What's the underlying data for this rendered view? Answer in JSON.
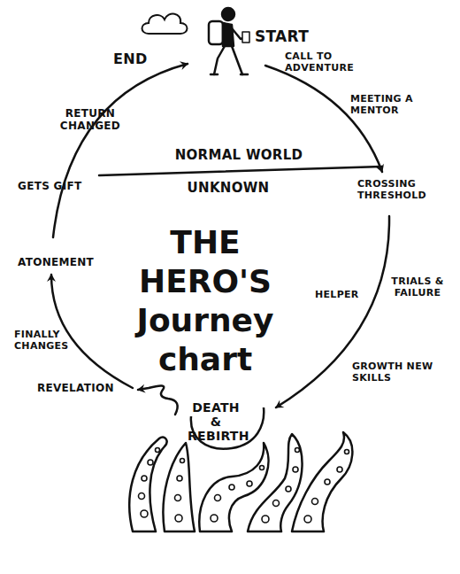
{
  "diagram": {
    "title": "THE HERO'S Journey chart",
    "labels": [
      "START",
      "CALL TO ADVENTURE",
      "MEETING A MENTOR",
      "CROSSING THRESHOLD",
      "TRIALS & FAILURE",
      "HELPER",
      "GROWTH NEW SKILLS",
      "DEATH & REBIRTH",
      "REVELATION",
      "FINALLY CHANGES",
      "ATONEMENT",
      "GETS GIFT",
      "RETURN CHANGED",
      "END",
      "NORMAL WORLD",
      "UNKNOWN"
    ]
  }
}
